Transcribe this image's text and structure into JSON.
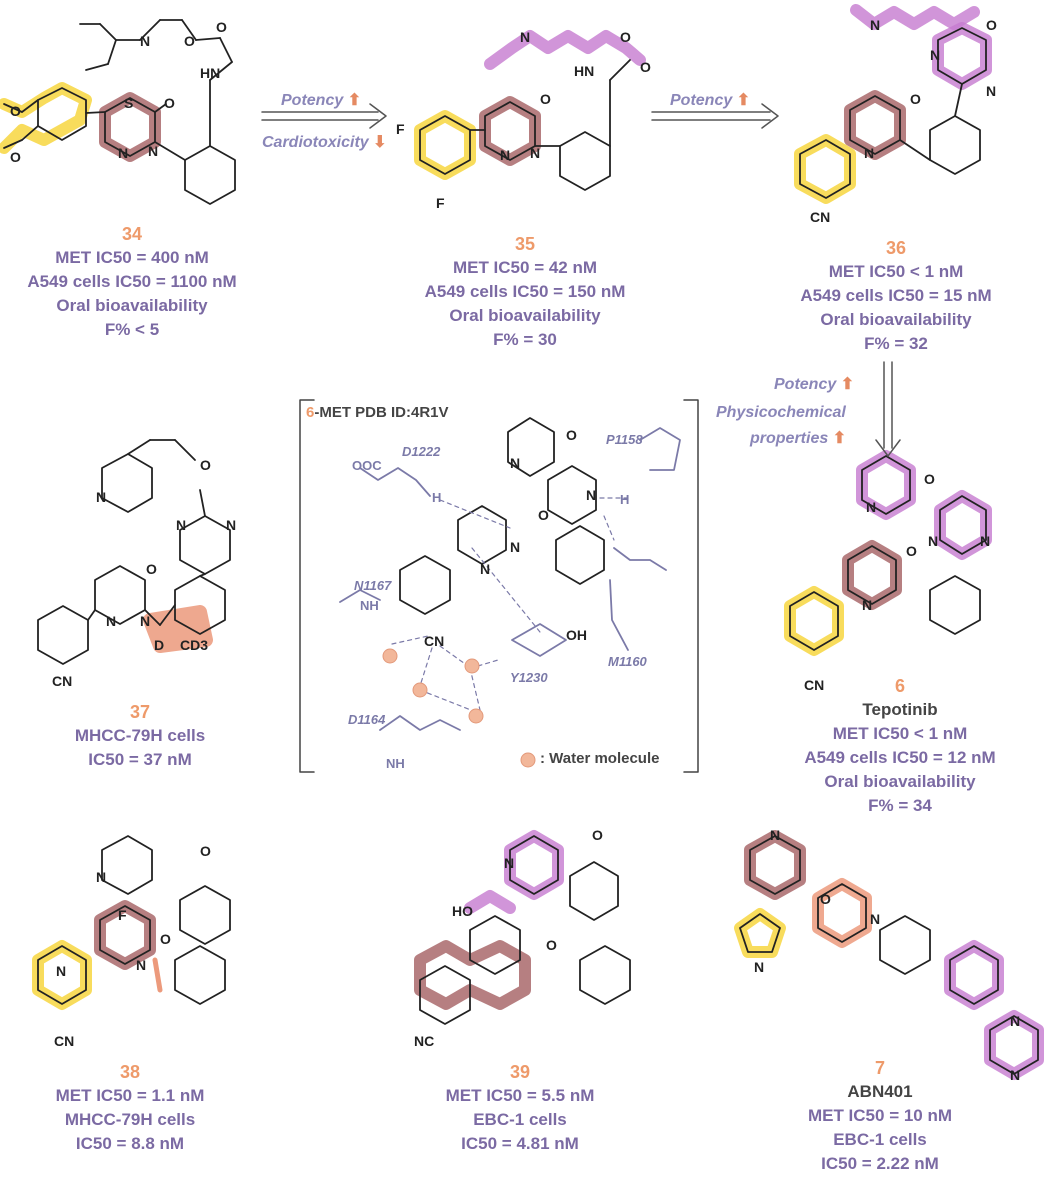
{
  "colors": {
    "caption": "#7b6aa3",
    "compound_number": "#ee9a6a",
    "arrow_up": "#e58a62",
    "highlight_yellow": "#f7d84a",
    "highlight_maroon": "#a9696b",
    "highlight_purple": "#c57bd0",
    "highlight_salmon": "#ec9a7c",
    "residue": "#7b7aa8"
  },
  "arrows": {
    "a1_potency": "Potency",
    "a1_cardio": "Cardiotoxicity",
    "a2_potency": "Potency",
    "a3_potency": "Potency",
    "a3_physchem_1": "Physicochemical",
    "a3_physchem_2": "properties"
  },
  "compounds": {
    "c34": {
      "number": "34",
      "l1": "MET IC50 = 400 nM",
      "l2": "A549 cells IC50 = 1100 nM",
      "l3": "Oral bioavailability",
      "l4": "F% < 5"
    },
    "c35": {
      "number": "35",
      "l1": "MET IC50 = 42 nM",
      "l2": "A549 cells IC50 = 150 nM",
      "l3": "Oral bioavailability",
      "l4": "F% = 30"
    },
    "c36": {
      "number": "36",
      "l1": "MET IC50 < 1 nM",
      "l2": "A549 cells IC50 = 15 nM",
      "l3": "Oral bioavailability",
      "l4": "F% = 32"
    },
    "c37": {
      "number": "37",
      "l1": "MHCC-79H cells",
      "l2": "IC50 = 37 nM"
    },
    "c6": {
      "number": "6",
      "name": "Tepotinib",
      "l1": "MET IC50 < 1 nM",
      "l2": "A549 cells IC50 = 12 nM",
      "l3": "Oral bioavailability",
      "l4": "F% = 34"
    },
    "c38": {
      "number": "38",
      "l1": "MET IC50 = 1.1 nM",
      "l2": "MHCC-79H cells",
      "l3": "IC50 = 8.8 nM"
    },
    "c39": {
      "number": "39",
      "l1": "MET IC50 = 5.5 nM",
      "l2": "EBC-1 cells",
      "l3": "IC50 = 4.81 nM"
    },
    "c7": {
      "number": "7",
      "name": "ABN401",
      "l1": "MET IC50 = 10 nM",
      "l2": "EBC-1 cells",
      "l3": "IC50 = 2.22 nM"
    }
  },
  "box": {
    "number": "6",
    "title": "-MET PDB ID:4R1V",
    "water_label": ": Water molecule",
    "residues": [
      "D1222",
      "P1158",
      "N1167",
      "M1160",
      "Y1230",
      "D1164"
    ]
  },
  "atoms": [
    "N",
    "O",
    "S",
    "F",
    "HN",
    "CN",
    "HO",
    "NC",
    "D",
    "CD3",
    "OH",
    "H",
    "NH",
    "OOC"
  ]
}
